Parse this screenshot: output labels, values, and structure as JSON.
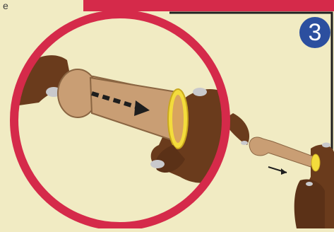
{
  "step": {
    "number": "3"
  },
  "corner_text": "e",
  "colors": {
    "background": "#f1ebc3",
    "zoom_ring": "#d52a4a",
    "step_badge": "#2c4f9f",
    "skin": "#6a3b1c",
    "condom_rim": "#f3dc3c",
    "model": "#c99e74",
    "arrow": "#1e1e1e"
  },
  "icons": [
    "zoom-circle",
    "dashed-arrow-right-icon",
    "small-arrow-right-icon"
  ]
}
